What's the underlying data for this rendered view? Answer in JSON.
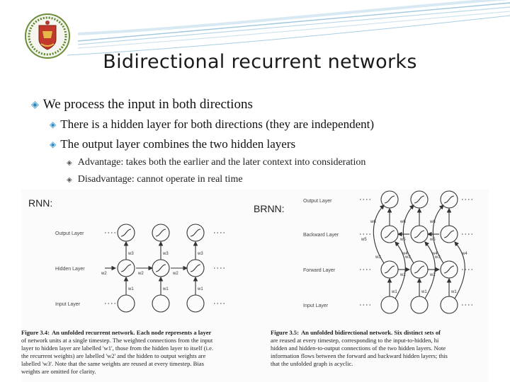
{
  "slide": {
    "title": "Bidirectional recurrent networks",
    "bullets": {
      "l1": "We process the input in both directions",
      "l2a": "There is a hidden layer for both directions (they are independent)",
      "l2b": "The output layer combines the two hidden layers",
      "l3a": "Advantage: takes both the earlier and the later context into consideration",
      "l3b": "Disadvantage: cannot operate in real time"
    }
  },
  "figure": {
    "rnn": {
      "heading": "RNN:",
      "layers": {
        "output": "Output Layer",
        "hidden": "Hidden Layer",
        "input": "Input Layer"
      },
      "w1": "w1",
      "w2": "w2",
      "w3": "w3"
    },
    "brnn": {
      "heading": "BRNN:",
      "layers": {
        "output": "Output Layer",
        "backward": "Backward Layer",
        "forward": "Forward Layer",
        "input": "Input Layer"
      },
      "w1": "w1",
      "w2": "w2",
      "w3": "w3",
      "w4": "w4",
      "w5": "w5",
      "w6": "w6"
    },
    "caption_left": {
      "lines": [
        "An unfolded recurrent network. Each node represents a layer",
        "of network units at a single timestep. The weighted connections from the input",
        "layer to hidden layer are labelled 'w1', those from the hidden layer to itself (i.e.",
        "the recurrent weights) are labelled 'w2' and the hidden to output weights are",
        "labelled 'w3'. Note that the same weights are reused at every timestep. Bias",
        "weights are omitted for clarity."
      ],
      "label": "Figure 3.4:"
    },
    "caption_right": {
      "lines": [
        "An unfolded bidirectional network. Six distinct sets of",
        "are reused at every timestep, corresponding to the input-to-hidden, hi",
        "hidden and hidden-to-output connections of the two hidden layers. Note",
        "information flows between the forward and backward hidden layers; this",
        "that the unfolded graph is acyclic."
      ],
      "label": "Figure 3.5:"
    }
  }
}
